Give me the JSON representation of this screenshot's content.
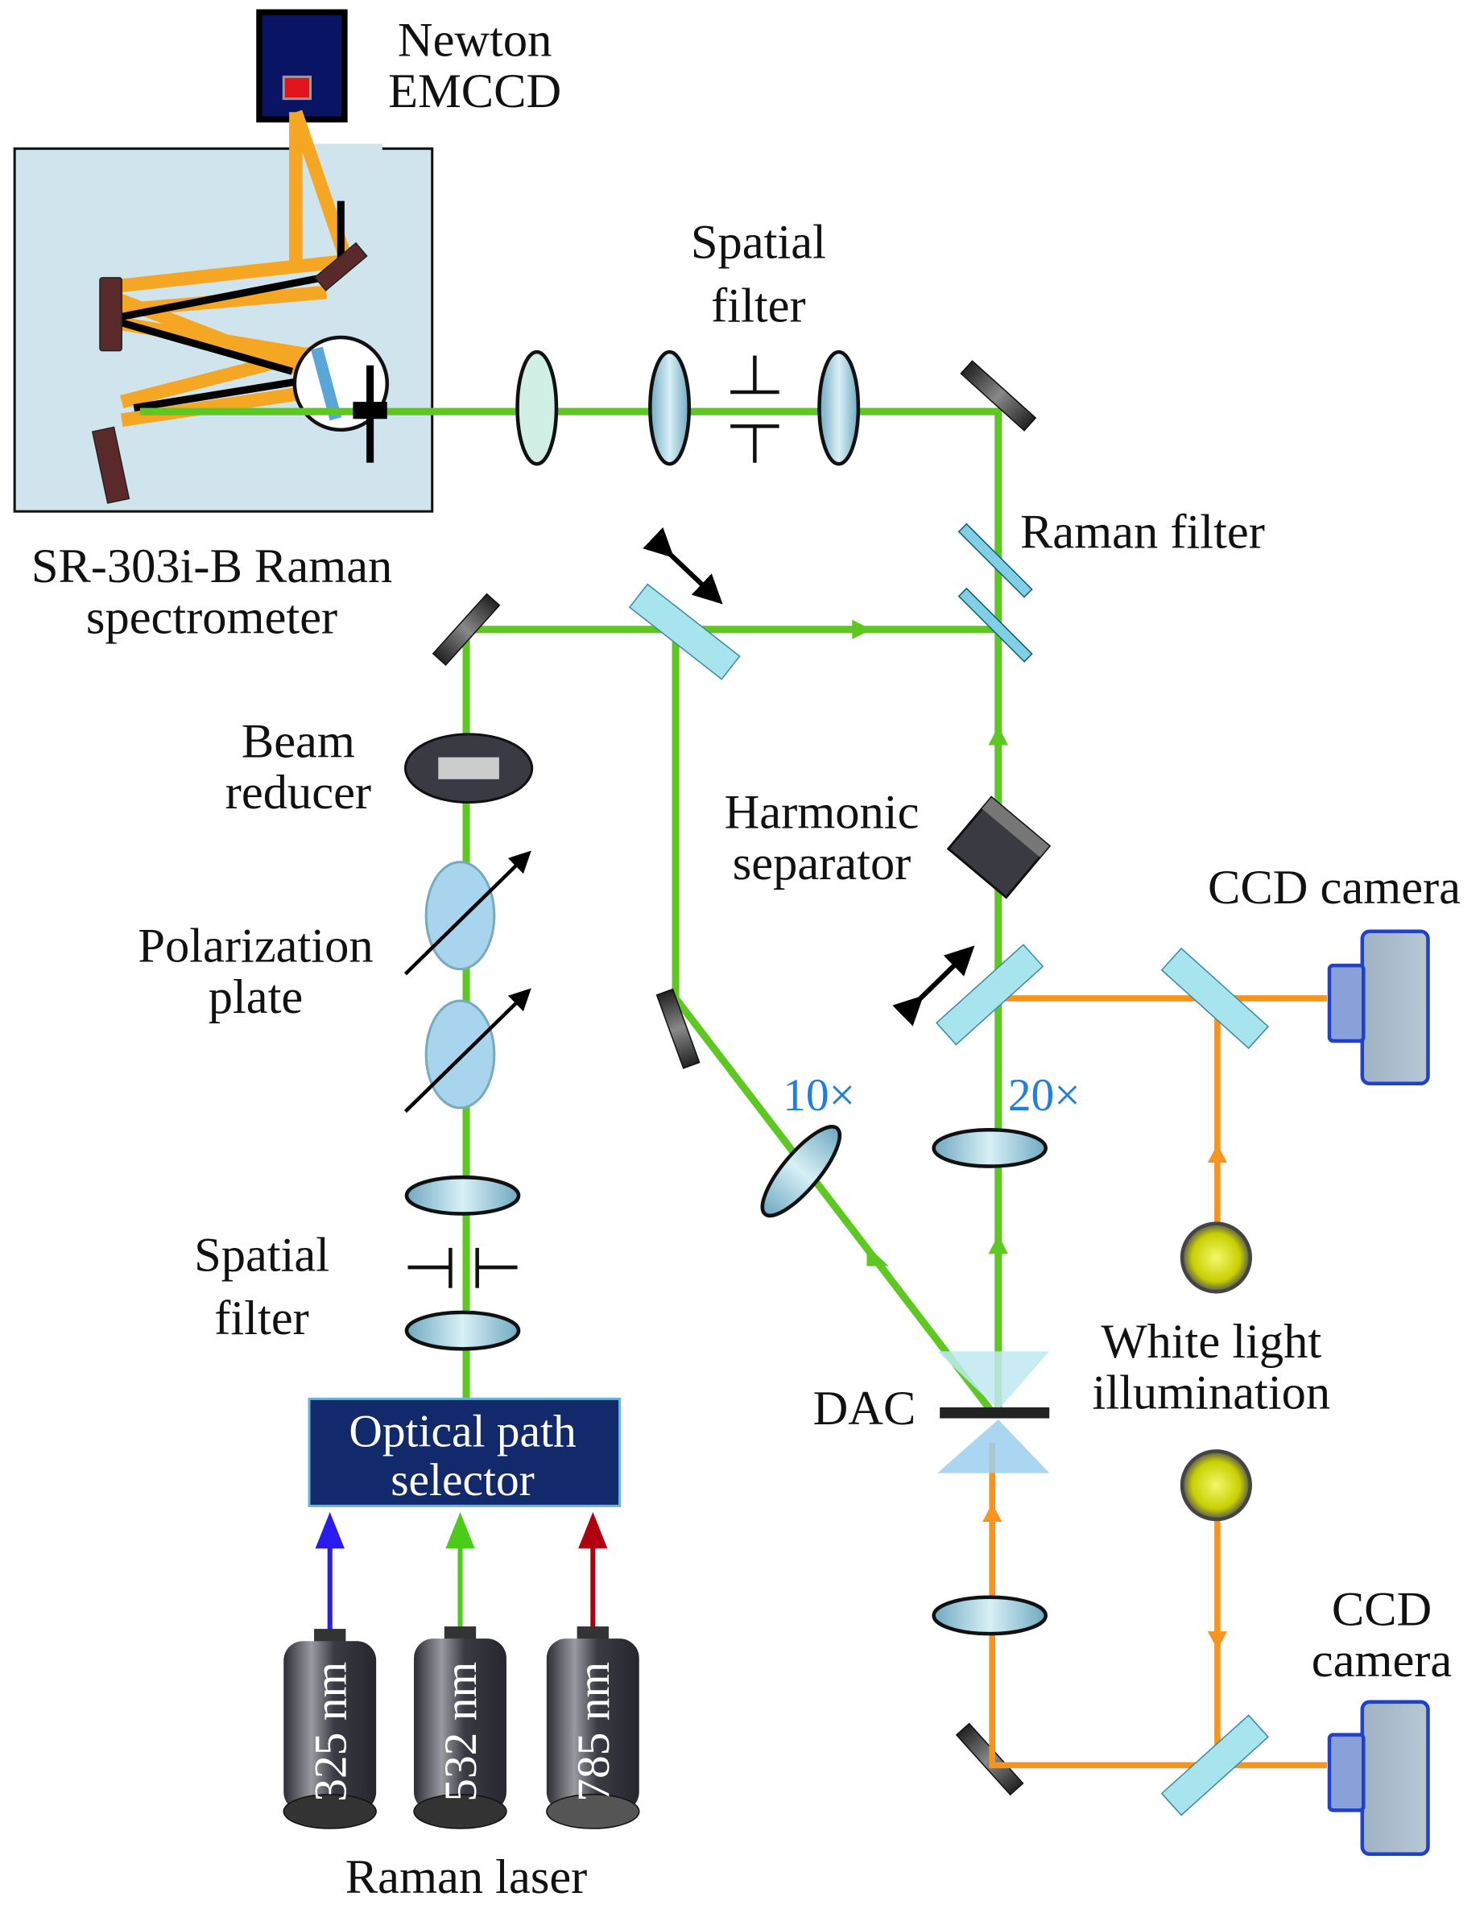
{
  "labels": {
    "emccd_line1": "Newton",
    "emccd_line2": "EMCCD",
    "spectrometer_line1": "SR-303i-B Raman",
    "spectrometer_line2": "spectrometer",
    "spatial_filter_top_line1": "Spatial",
    "spatial_filter_top_line2": "filter",
    "raman_filter": "Raman filter",
    "beam_reducer_line1": "Beam",
    "beam_reducer_line2": "reducer",
    "harmonic_separator_line1": "Harmonic",
    "harmonic_separator_line2": "separator",
    "ccd_camera_top": "CCD camera",
    "polarization_plate_line1": "Polarization",
    "polarization_plate_line2": "plate",
    "objective_10x": "10×",
    "objective_20x": "20×",
    "spatial_filter_bottom_line1": "Spatial",
    "spatial_filter_bottom_line2": "filter",
    "white_light_line1": "White light",
    "white_light_line2": "illumination",
    "dac": "DAC",
    "optical_path_selector_line1": "Optical path",
    "optical_path_selector_line2": "selector",
    "ccd_camera_bottom_line1": "CCD",
    "ccd_camera_bottom_line2": "camera",
    "raman_laser": "Raman laser"
  },
  "lasers": [
    {
      "wavelength": "325 nm",
      "color": "#2a1cf0"
    },
    {
      "wavelength": "532 nm",
      "color": "#4ccc1a"
    },
    {
      "wavelength": "785 nm",
      "color": "#b00010"
    }
  ],
  "colors": {
    "laser_beam": "#5cc820",
    "white_light_beam": "#f7941d",
    "spectrometer_beam": "#f5a623",
    "spectrometer_bg": "#cfe4ec",
    "selector_box": "#12296b",
    "emccd_body": "#0a1464",
    "magnification_text": "#1f7fe0"
  }
}
